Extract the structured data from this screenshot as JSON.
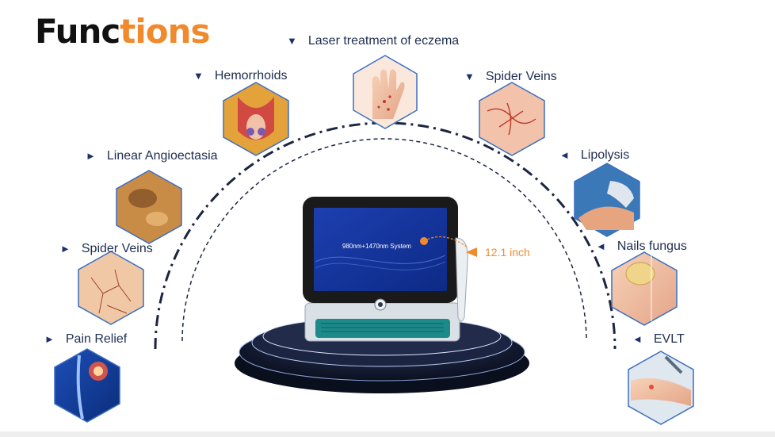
{
  "title": {
    "part1": "Func",
    "part2": "tions"
  },
  "labels": {
    "eczema": "Laser treatment of eczema",
    "hemorrhoids": "Hemorrhoids",
    "spider_veins_right": "Spider Veins",
    "linear_angioectasia": "Linear Angioectasia",
    "lipolysis": "Lipolysis",
    "spider_veins_left": "Spider Veins",
    "nails_fungus": "Nails fungus",
    "pain_relief": "Pain Relief",
    "evlt": "EVLT"
  },
  "device": {
    "screen_text": "980nm+1470nm System",
    "size_callout": "12.1 inch"
  },
  "icons": {
    "down_arrow": "▼",
    "right_arrow": "►",
    "left_arrow": "◄"
  },
  "colors": {
    "accent": "#f08a2c",
    "navy": "#1c2f6e",
    "hex_border": "#3d6fc0"
  }
}
